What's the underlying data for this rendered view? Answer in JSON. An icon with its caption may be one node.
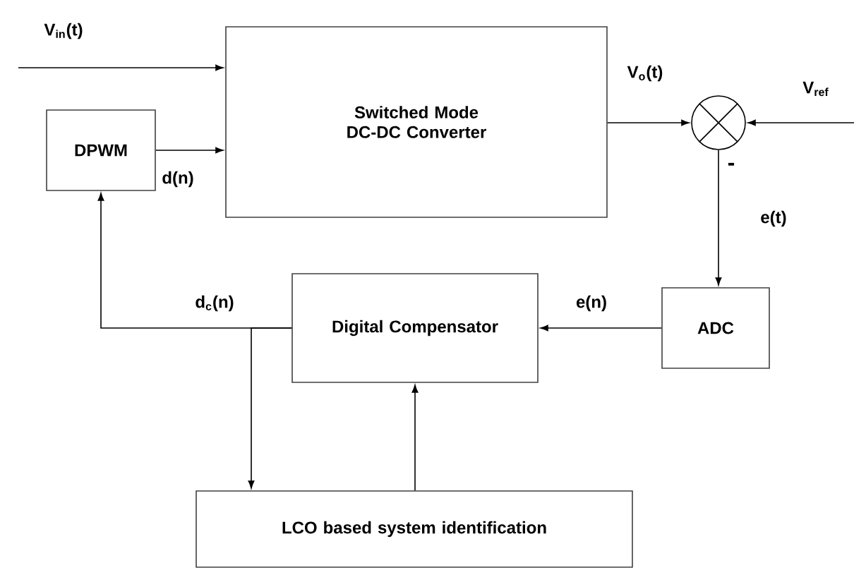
{
  "diagram": {
    "nodes": [
      {
        "text": [
          "Switched Mode DC-DC Converter"
        ]
      },
      {
        "text": [
          "DPWM"
        ]
      },
      {
        "text": [],
        "shape": "circle"
      },
      {
        "text": [
          "ADC"
        ]
      },
      {
        "text": [
          "Digital Compensator"
        ]
      },
      {
        "text": [
          "LCO based system identification"
        ]
      }
    ],
    "edges": [
      {
        "from": null,
        "to": 0,
        "arrow": "to",
        "label": "V$_{in}$(t)"
      },
      {
        "from": 1,
        "to": 0,
        "arrow": "to",
        "label": "d(n)"
      },
      {
        "from": 0,
        "to": 2,
        "arrow": "to",
        "label": "V$_{o}$(t)"
      },
      {
        "from": null,
        "to": 2,
        "arrow": "to",
        "label": "V$_{ref}$"
      },
      {
        "from": 2,
        "to": 3,
        "arrow": "to",
        "label": "e(t)"
      },
      {
        "from": 3,
        "to": 4,
        "arrow": "to",
        "label": "e(n)"
      },
      {
        "from": 4,
        "to": 1,
        "arrow": "to",
        "label": "d$_{c}$(n)"
      },
      {
        "from": 4,
        "to": 5,
        "arrow": "to"
      },
      {
        "from": 5,
        "to": 4,
        "arrow": "to"
      }
    ],
    "labels": [
      "-"
    ]
  }
}
